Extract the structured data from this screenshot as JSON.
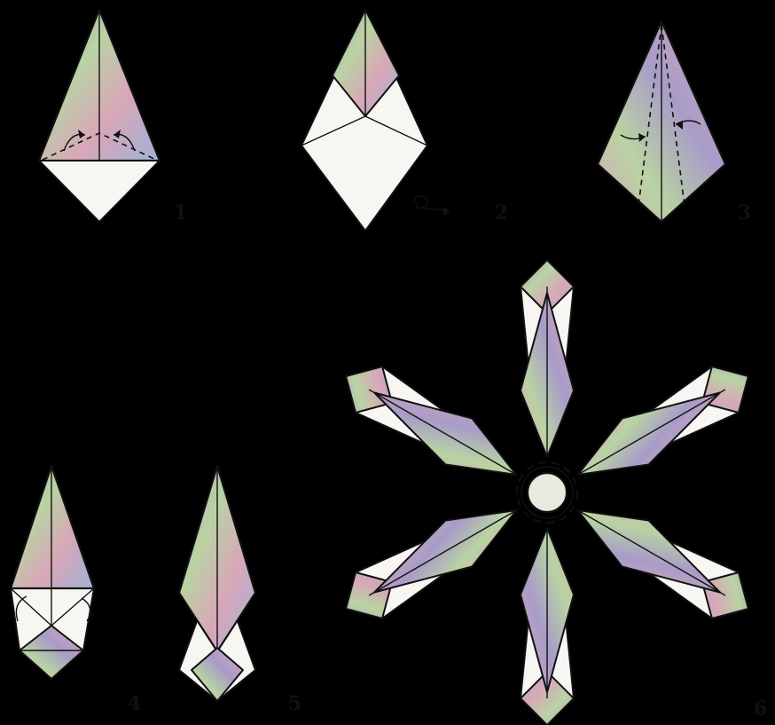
{
  "step_labels": {
    "s1": "1",
    "s2": "2",
    "s3": "3",
    "s4": "4",
    "s5": "5",
    "s6": "6"
  },
  "colors": {
    "paper": "#e7e4e1",
    "outline": "#111111",
    "blank_paper": "#f7f6f3",
    "gradient_purple": "#a89cc8",
    "gradient_green": "#b9d3a3",
    "gradient_pink": "#d8a7b8",
    "gradient_blue": "#9fb2d6"
  },
  "icons": {
    "turn_over": "turn-over-arrow-icon",
    "fold_arrow": "fold-arrow-icon"
  }
}
